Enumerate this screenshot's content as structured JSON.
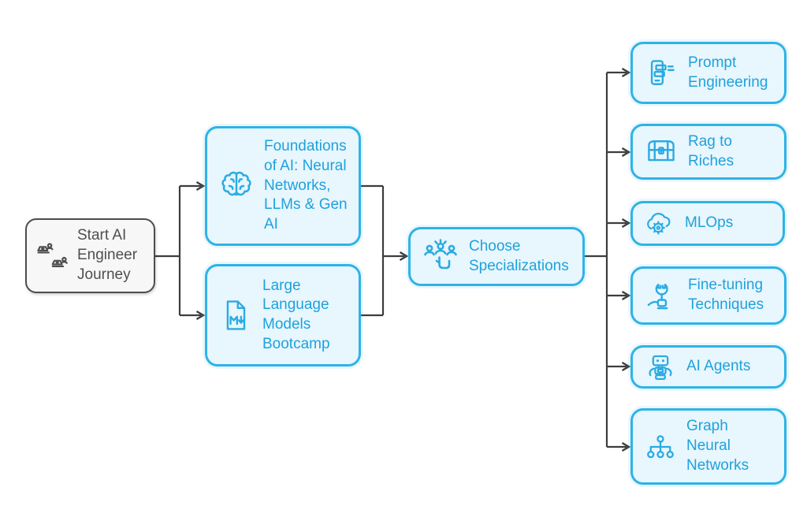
{
  "diagram": {
    "type": "flowchart",
    "direction": "left-to-right",
    "colors": {
      "node_border": "#2eb3e7",
      "node_fill": "#e8f6fd",
      "node_text": "#1ea2dc",
      "node_icon": "#2aabe2",
      "start_fill": "#f7f7f7",
      "start_border": "#4d4d4d",
      "start_text": "#4f4f4f",
      "connector": "#3d3d3d",
      "background": "#ffffff"
    },
    "nodes": {
      "start": {
        "label": "Start AI Engineer Journey",
        "icon": "people-laptops-icon",
        "style": "gray"
      },
      "foundations": {
        "label": "Foundations of AI: Neural Networks, LLMs & Gen AI",
        "icon": "brain-icon",
        "style": "cyan"
      },
      "bootcamp": {
        "label": "Large Language Models Bootcamp",
        "icon": "markdown-document-icon",
        "style": "cyan"
      },
      "choose": {
        "label": "Choose Specializations",
        "icon": "team-select-icon",
        "style": "cyan"
      },
      "prompt": {
        "label": "Prompt Engineering",
        "icon": "phone-prompt-icon",
        "style": "cyan"
      },
      "rag": {
        "label": "Rag to Riches",
        "icon": "treasure-chest-icon",
        "style": "cyan"
      },
      "mlops": {
        "label": "MLOps",
        "icon": "cloud-gear-icon",
        "style": "cyan"
      },
      "finetuning": {
        "label": "Fine-tuning Techniques",
        "icon": "wrench-hand-icon",
        "style": "cyan"
      },
      "agents": {
        "label": "AI Agents",
        "icon": "robot-icon",
        "style": "cyan"
      },
      "gnn": {
        "label": "Graph Neural Networks",
        "icon": "graph-network-icon",
        "style": "cyan"
      }
    },
    "edges": [
      {
        "from": "start",
        "to": "foundations"
      },
      {
        "from": "start",
        "to": "bootcamp"
      },
      {
        "from": "foundations",
        "to": "choose"
      },
      {
        "from": "bootcamp",
        "to": "choose"
      },
      {
        "from": "choose",
        "to": "prompt"
      },
      {
        "from": "choose",
        "to": "rag"
      },
      {
        "from": "choose",
        "to": "mlops"
      },
      {
        "from": "choose",
        "to": "finetuning"
      },
      {
        "from": "choose",
        "to": "agents"
      },
      {
        "from": "choose",
        "to": "gnn"
      }
    ]
  }
}
